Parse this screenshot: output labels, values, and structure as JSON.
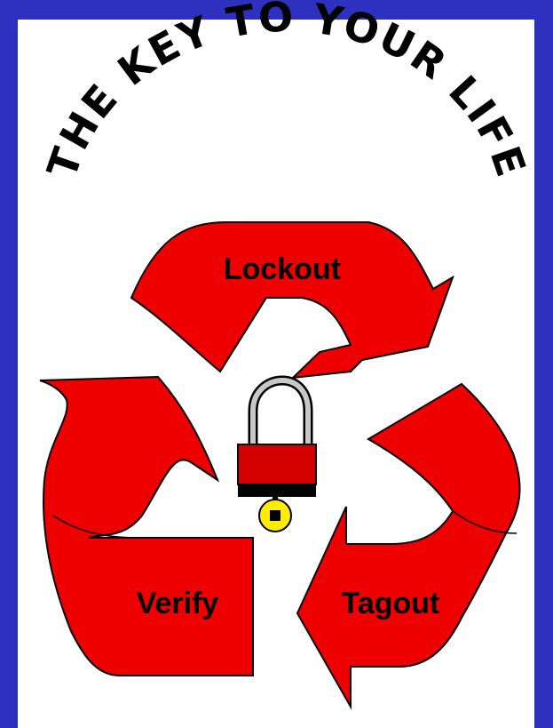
{
  "slogan": "THE KEY TO YOUR LIFE",
  "arrows": {
    "top_label": "Lockout",
    "right_label": "Tagout",
    "left_label": "Verify"
  },
  "colors": {
    "background_border": "#2e31bf",
    "panel": "#ffffff",
    "arrow_fill": "#ee0000",
    "lock_body": "#d40000",
    "key_fill": "#ffee00"
  },
  "icons": {
    "center": "padlock-icon",
    "key": "key-icon"
  }
}
